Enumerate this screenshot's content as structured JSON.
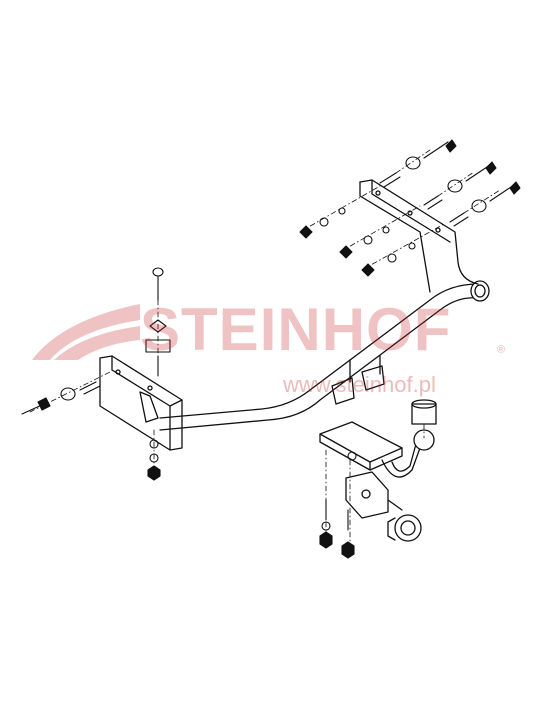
{
  "watermark": {
    "brand": "STEINHOF",
    "registered": "®",
    "url": "www.steinhof.pl",
    "color": "#c42828"
  },
  "drawing": {
    "subject": "tow bar assembly exploded view",
    "line_color": "#111111"
  }
}
